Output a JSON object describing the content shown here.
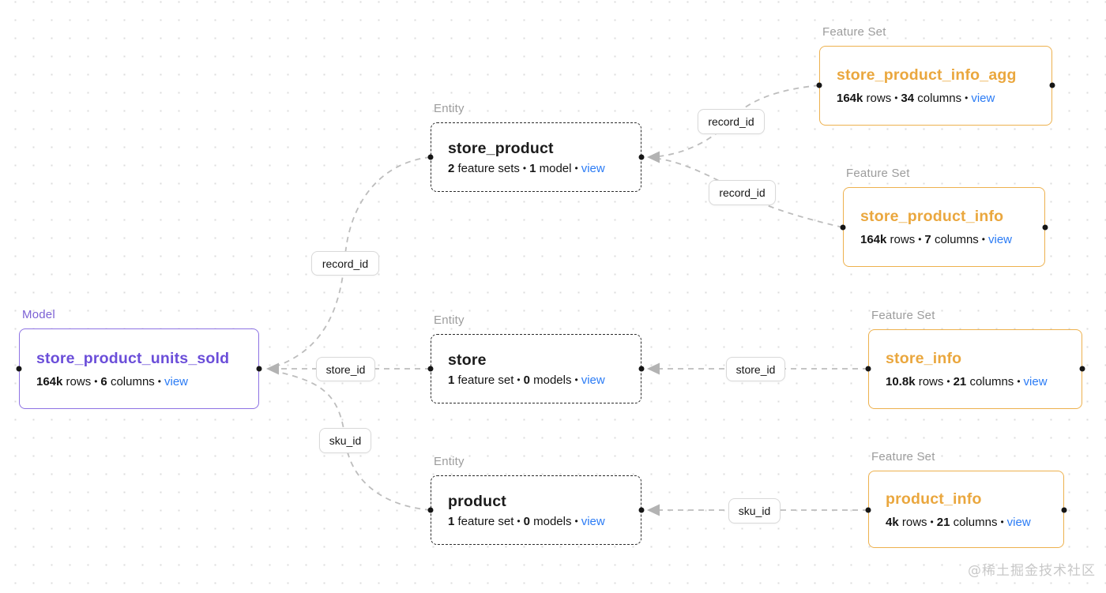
{
  "diagram": {
    "sep": "•",
    "watermark": "@稀土掘金技术社区",
    "colors": {
      "feature_set_accent": "#EAA73E",
      "feature_set_border": "#EDB14E",
      "model_accent": "#6B4ED9",
      "model_border": "#8D72E3",
      "entity_border": "#2B2B2B",
      "link_blue": "#2A7BF5",
      "type_label_gray": "#9C9C9C",
      "edge_line_gray": "#BDBDBD",
      "watermark_gray": "#C8C8C8"
    },
    "nodes": {
      "model": {
        "type_label": "Model",
        "title": "store_product_units_sold",
        "v1": "164k",
        "l1": "rows",
        "v2": "6",
        "l2": "columns",
        "view": "view"
      },
      "store_product": {
        "type_label": "Entity",
        "title": "store_product",
        "v1": "2",
        "l1": "feature sets",
        "v2": "1",
        "l2": "model",
        "view": "view"
      },
      "store": {
        "type_label": "Entity",
        "title": "store",
        "v1": "1",
        "l1": "feature set",
        "v2": "0",
        "l2": "models",
        "view": "view"
      },
      "product": {
        "type_label": "Entity",
        "title": "product",
        "v1": "1",
        "l1": "feature set",
        "v2": "0",
        "l2": "models",
        "view": "view"
      },
      "store_product_info_agg": {
        "type_label": "Feature Set",
        "title": "store_product_info_agg",
        "v1": "164k",
        "l1": "rows",
        "v2": "34",
        "l2": "columns",
        "view": "view"
      },
      "store_product_info": {
        "type_label": "Feature Set",
        "title": "store_product_info",
        "v1": "164k",
        "l1": "rows",
        "v2": "7",
        "l2": "columns",
        "view": "view"
      },
      "store_info": {
        "type_label": "Feature Set",
        "title": "store_info",
        "v1": "10.8k",
        "l1": "rows",
        "v2": "21",
        "l2": "columns",
        "view": "view"
      },
      "product_info": {
        "type_label": "Feature Set",
        "title": "product_info",
        "v1": "4k",
        "l1": "rows",
        "v2": "21",
        "l2": "columns",
        "view": "view"
      }
    },
    "edge_labels": {
      "record_id_agg": "record_id",
      "record_id_info": "record_id",
      "record_id_model": "record_id",
      "store_id_model": "store_id",
      "store_id_entity": "store_id",
      "sku_id_model": "sku_id",
      "sku_id_entity": "sku_id"
    }
  }
}
